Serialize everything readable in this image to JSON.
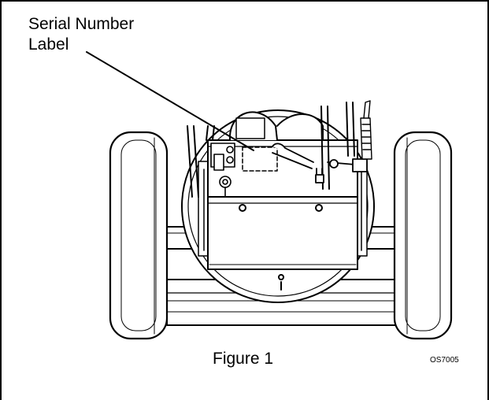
{
  "callout": {
    "line1": "Serial Number",
    "line2": "Label"
  },
  "caption": "Figure 1",
  "figure_code": "OS7005"
}
